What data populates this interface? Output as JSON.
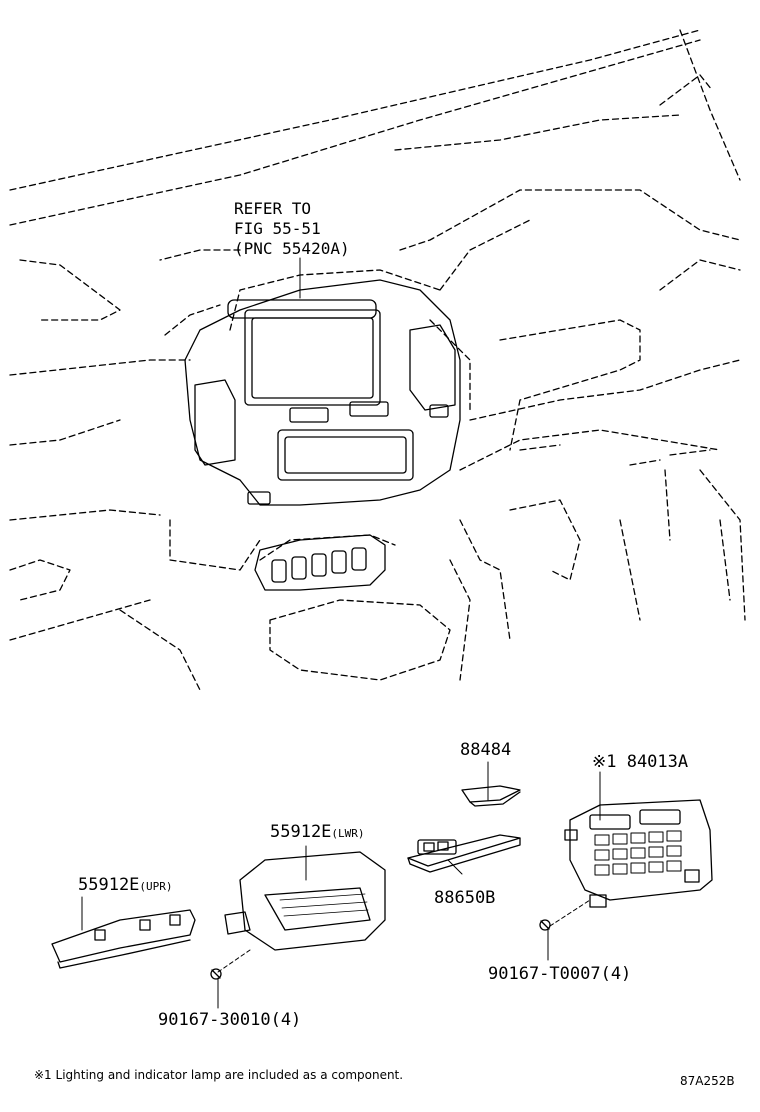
{
  "reference": {
    "line1": "REFER TO",
    "line2": "FIG 55-51",
    "line3": "(PNC 55420A)"
  },
  "parts": {
    "p88484": "88484",
    "p84013A": "※1 84013A",
    "p55912E_lwr": {
      "number": "55912E",
      "suffix": "(LWR)"
    },
    "p88650B": "88650B",
    "p55912E_upr": {
      "number": "55912E",
      "suffix": "(UPR)"
    },
    "p90167_T0007": "90167-T0007(4)",
    "p90167_30010": "90167-30010(4)"
  },
  "footnote": "※1 Lighting and indicator lamp are included as a component.",
  "figure_code": "87A252B"
}
